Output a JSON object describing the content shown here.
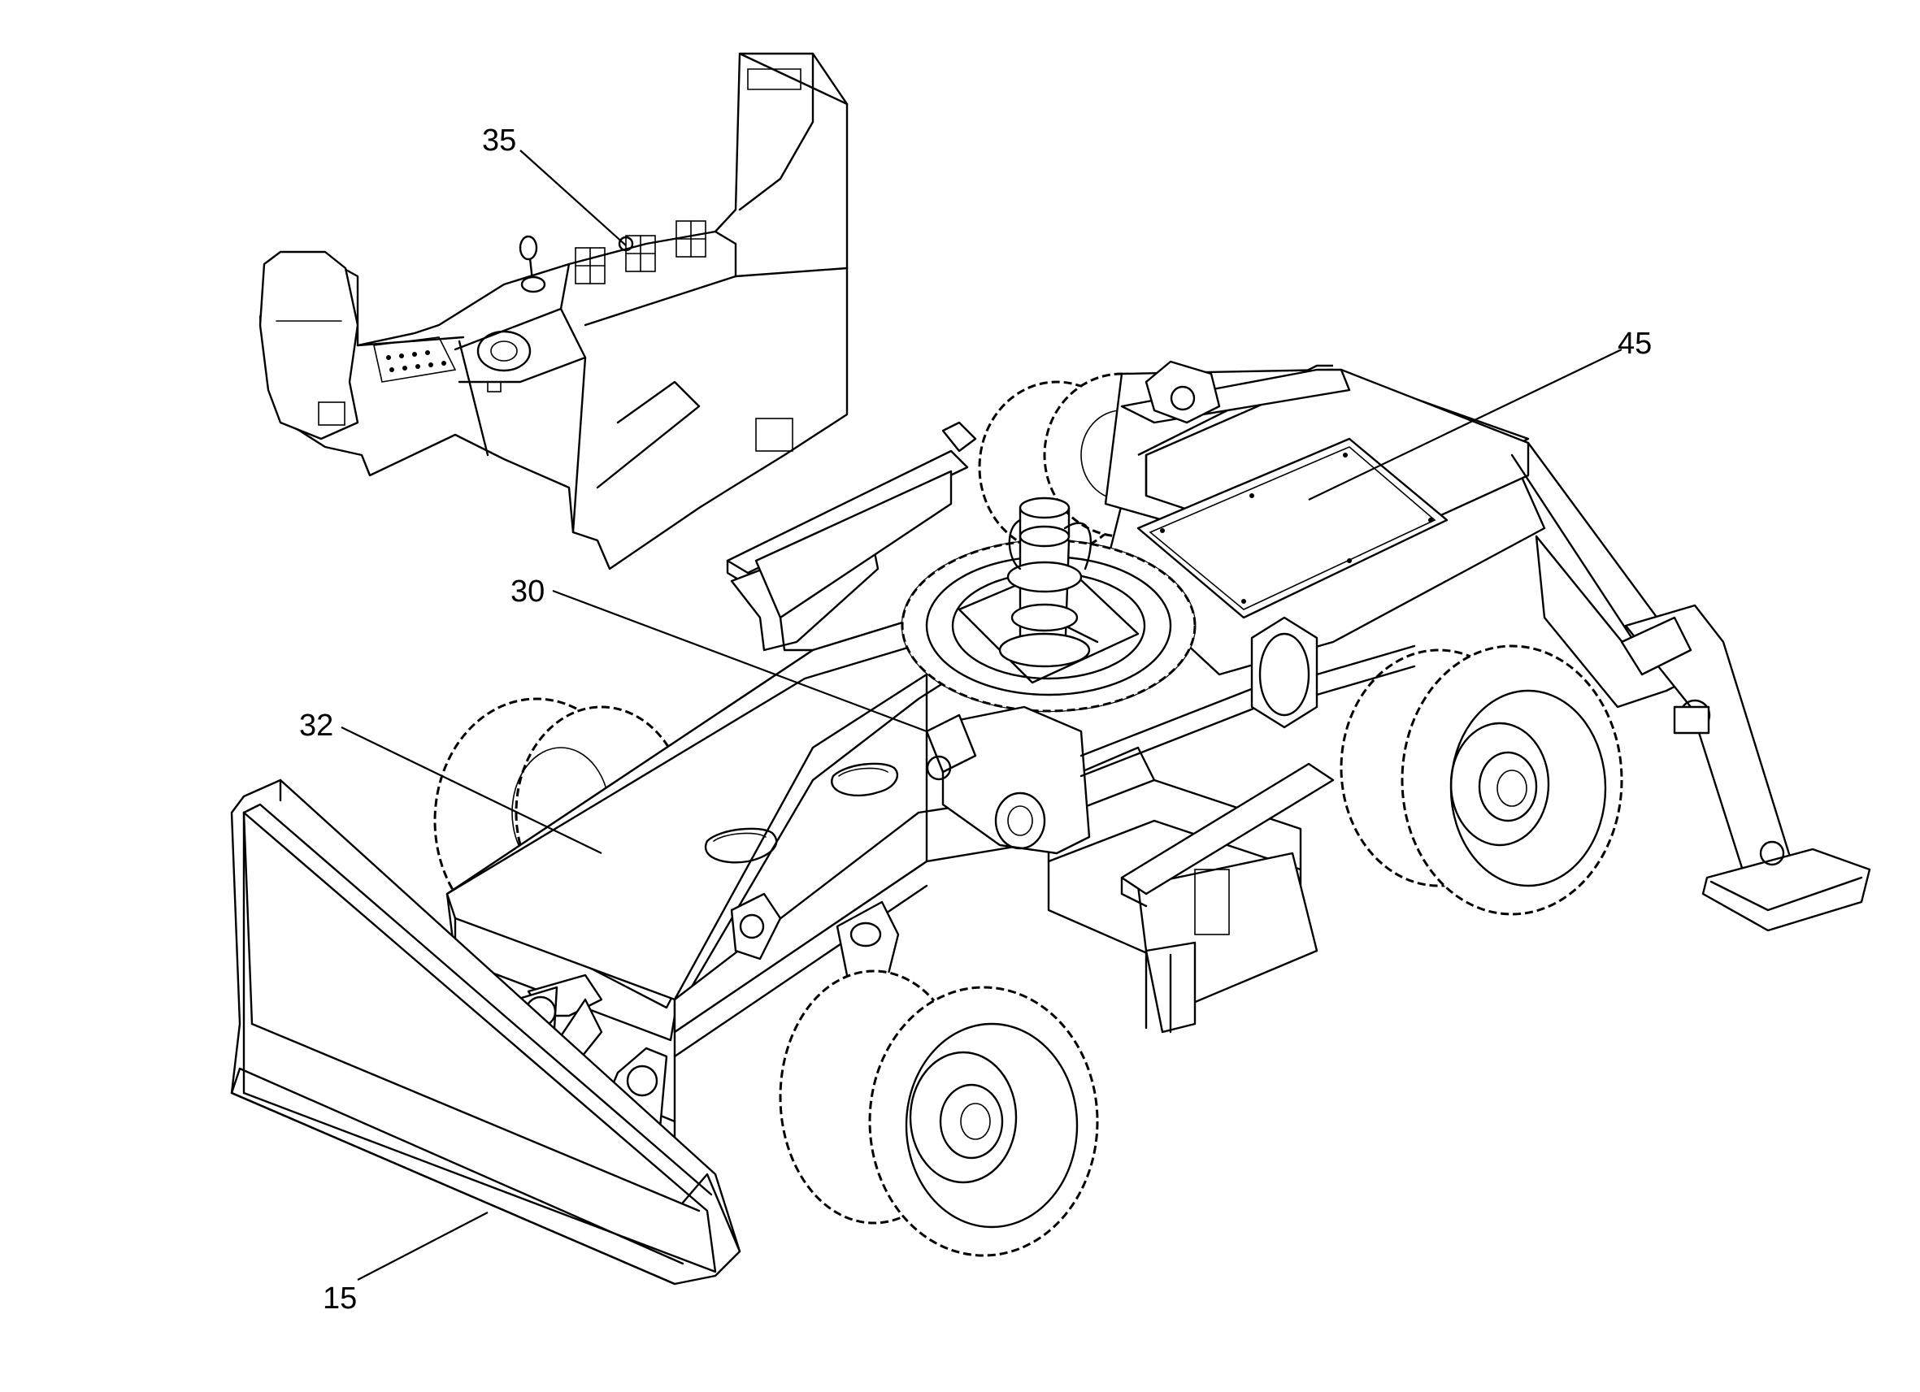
{
  "callouts": [
    {
      "id": "15",
      "label": "15"
    },
    {
      "id": "30",
      "label": "30"
    },
    {
      "id": "32",
      "label": "32"
    },
    {
      "id": "35",
      "label": "35"
    },
    {
      "id": "45",
      "label": "45"
    }
  ],
  "colors": {
    "line": "#000000",
    "background": "#ffffff"
  }
}
